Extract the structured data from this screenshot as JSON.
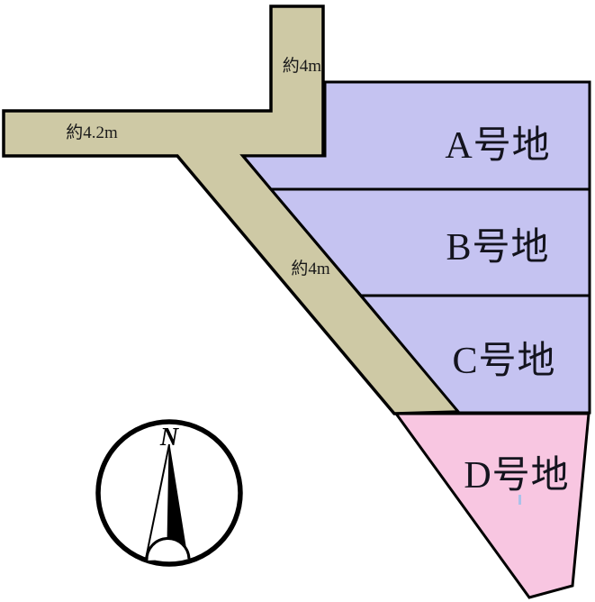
{
  "map": {
    "type": "lot-subdivision-plan",
    "background": "#ffffff",
    "outline_color": "#000000"
  },
  "roads": {
    "fill": "#cec9a5",
    "labels": [
      {
        "name": "road-width-top",
        "text": "約4m"
      },
      {
        "name": "road-width-left",
        "text": "約4.2m"
      },
      {
        "name": "road-width-diagonal",
        "text": "約4m"
      }
    ]
  },
  "lots": [
    {
      "id": "A",
      "label": "A号地",
      "fill": "#c5c3f1"
    },
    {
      "id": "B",
      "label": "B号地",
      "fill": "#c5c3f1"
    },
    {
      "id": "C",
      "label": "C号地",
      "fill": "#c5c3f1"
    },
    {
      "id": "D",
      "label": "D号地",
      "fill": "#f8c6e1"
    }
  ],
  "compass": {
    "north_label": "N",
    "needle_color": "#000000"
  },
  "stray_mark": {
    "fill": "#aac2ea"
  }
}
